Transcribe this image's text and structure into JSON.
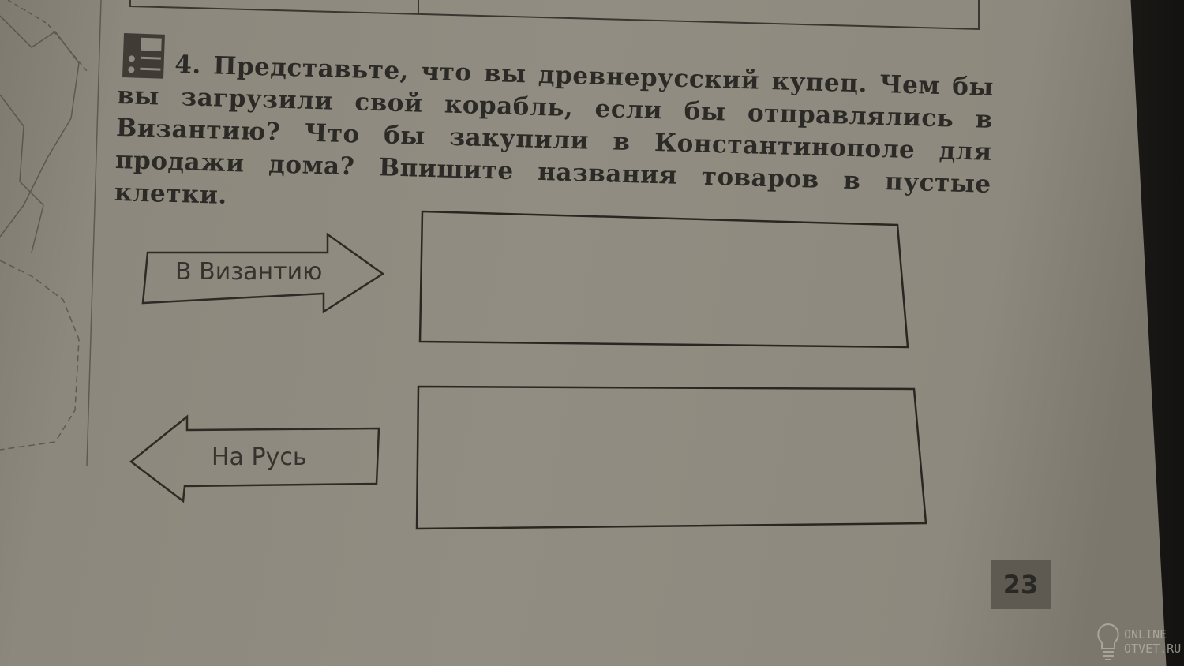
{
  "task": {
    "number": "4.",
    "text": "Представьте, что вы древнерусский купец. Чем бы вы загрузили свой корабль, если бы отправлялись в Византию? Что бы закупили в Константинополе для продажи дома? Впишите названия товаров в пустые клетки."
  },
  "arrows": {
    "to_byzantium": "В Византию",
    "to_rus": "На Русь"
  },
  "answer_boxes": {
    "to_byzantium": "",
    "to_rus": ""
  },
  "page_number": "23",
  "watermark": {
    "line1": "ONLINE",
    "line2": "OTVET.RU"
  },
  "icons": {
    "task": "task-list-icon",
    "watermark": "lightbulb-icon"
  }
}
